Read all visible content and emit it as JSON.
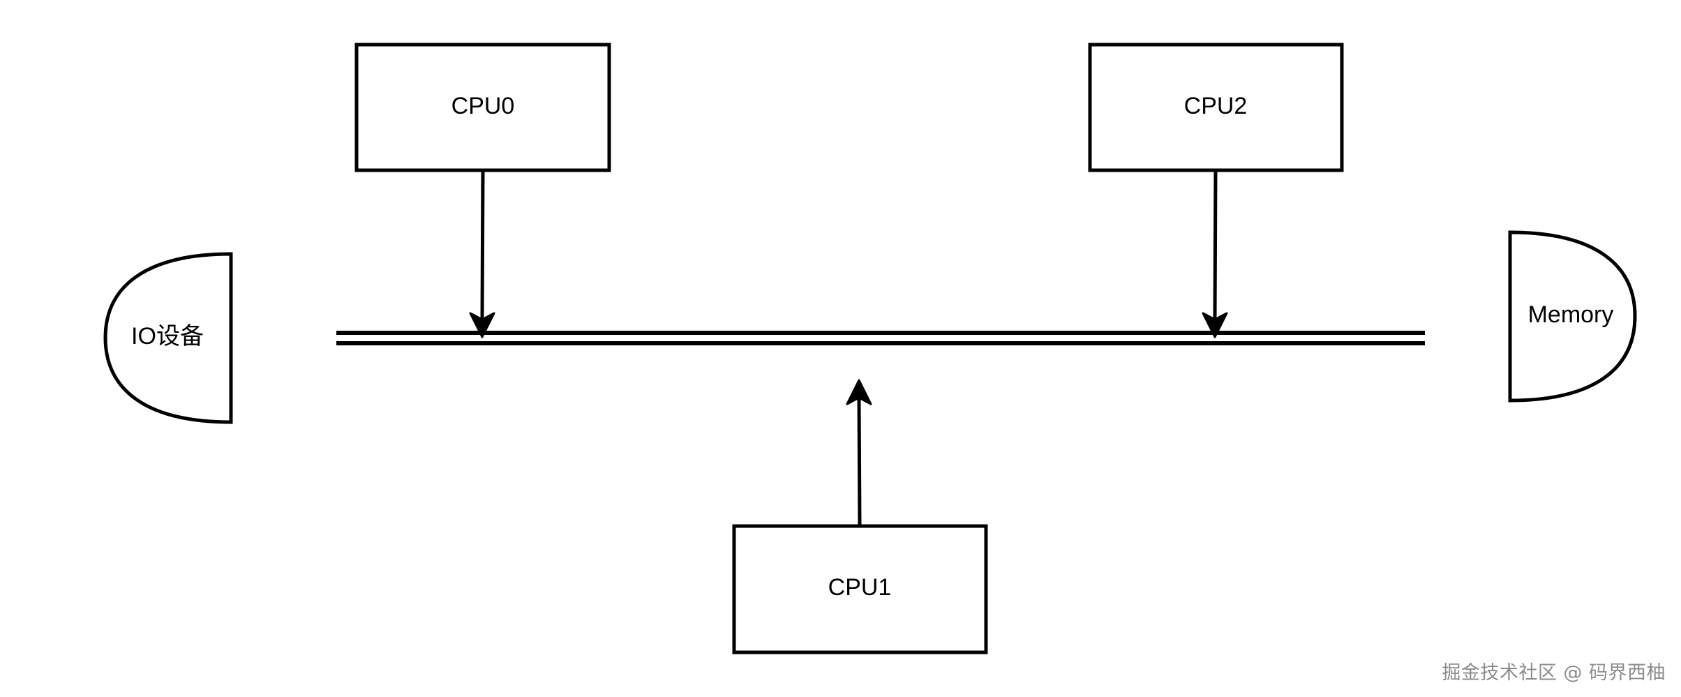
{
  "diagram": {
    "nodes": {
      "cpu0": {
        "label": "CPU0"
      },
      "cpu1": {
        "label": "CPU1"
      },
      "cpu2": {
        "label": "CPU2"
      },
      "io": {
        "label": "IO设备"
      },
      "memory": {
        "label": "Memory"
      }
    },
    "edges": [
      {
        "from": "cpu0",
        "to": "bus"
      },
      {
        "from": "cpu2",
        "to": "bus"
      },
      {
        "from": "cpu1",
        "to": "bus"
      }
    ]
  },
  "watermark": "掘金技术社区 @ 码界西柚",
  "colors": {
    "stroke": "#000000",
    "background": "#ffffff",
    "watermark": "#8c8c8c"
  }
}
